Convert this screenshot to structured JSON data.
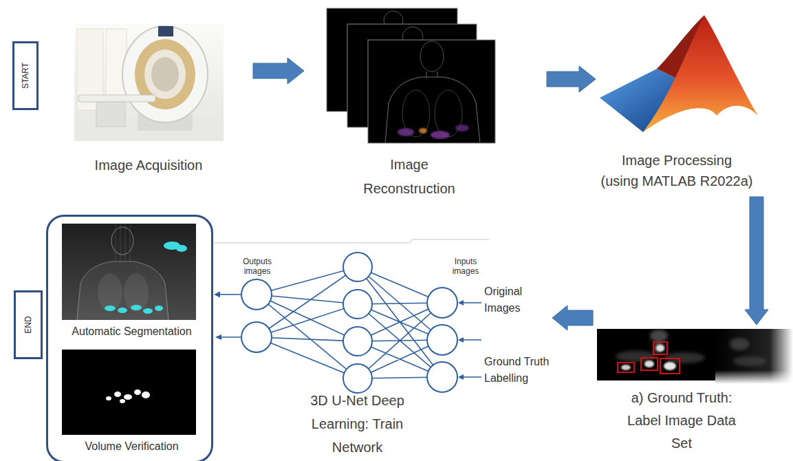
{
  "diagram": {
    "nodes": [
      {
        "text": [
          "START"
        ]
      },
      {
        "text": [
          "Image Acquisition"
        ]
      },
      {
        "text": [
          "Image Reconstruction"
        ]
      },
      {
        "text": [
          "Image Processing",
          "(using MATLAB R2022a)"
        ]
      },
      {
        "text": [
          "a) Ground Truth: Label Image Data Set"
        ]
      },
      {
        "text": [
          "3D U-Net Deep Learning: Train Network"
        ]
      },
      {
        "text": [
          "Automatic Segmentation",
          "Volume Verification"
        ]
      },
      {
        "text": [
          "END"
        ]
      }
    ],
    "edges": [
      {
        "from": 1,
        "to": 2,
        "arrow": "to"
      },
      {
        "from": 2,
        "to": 3,
        "arrow": "to"
      },
      {
        "from": 3,
        "to": 4,
        "arrow": "to"
      },
      {
        "from": 4,
        "to": 5,
        "arrow": "to"
      },
      {
        "from": 5,
        "to": 6,
        "arrow": "to"
      }
    ],
    "labels": [
      "Outputs images",
      "Inputs images",
      "Original Images",
      "Ground Truth Labelling"
    ]
  }
}
